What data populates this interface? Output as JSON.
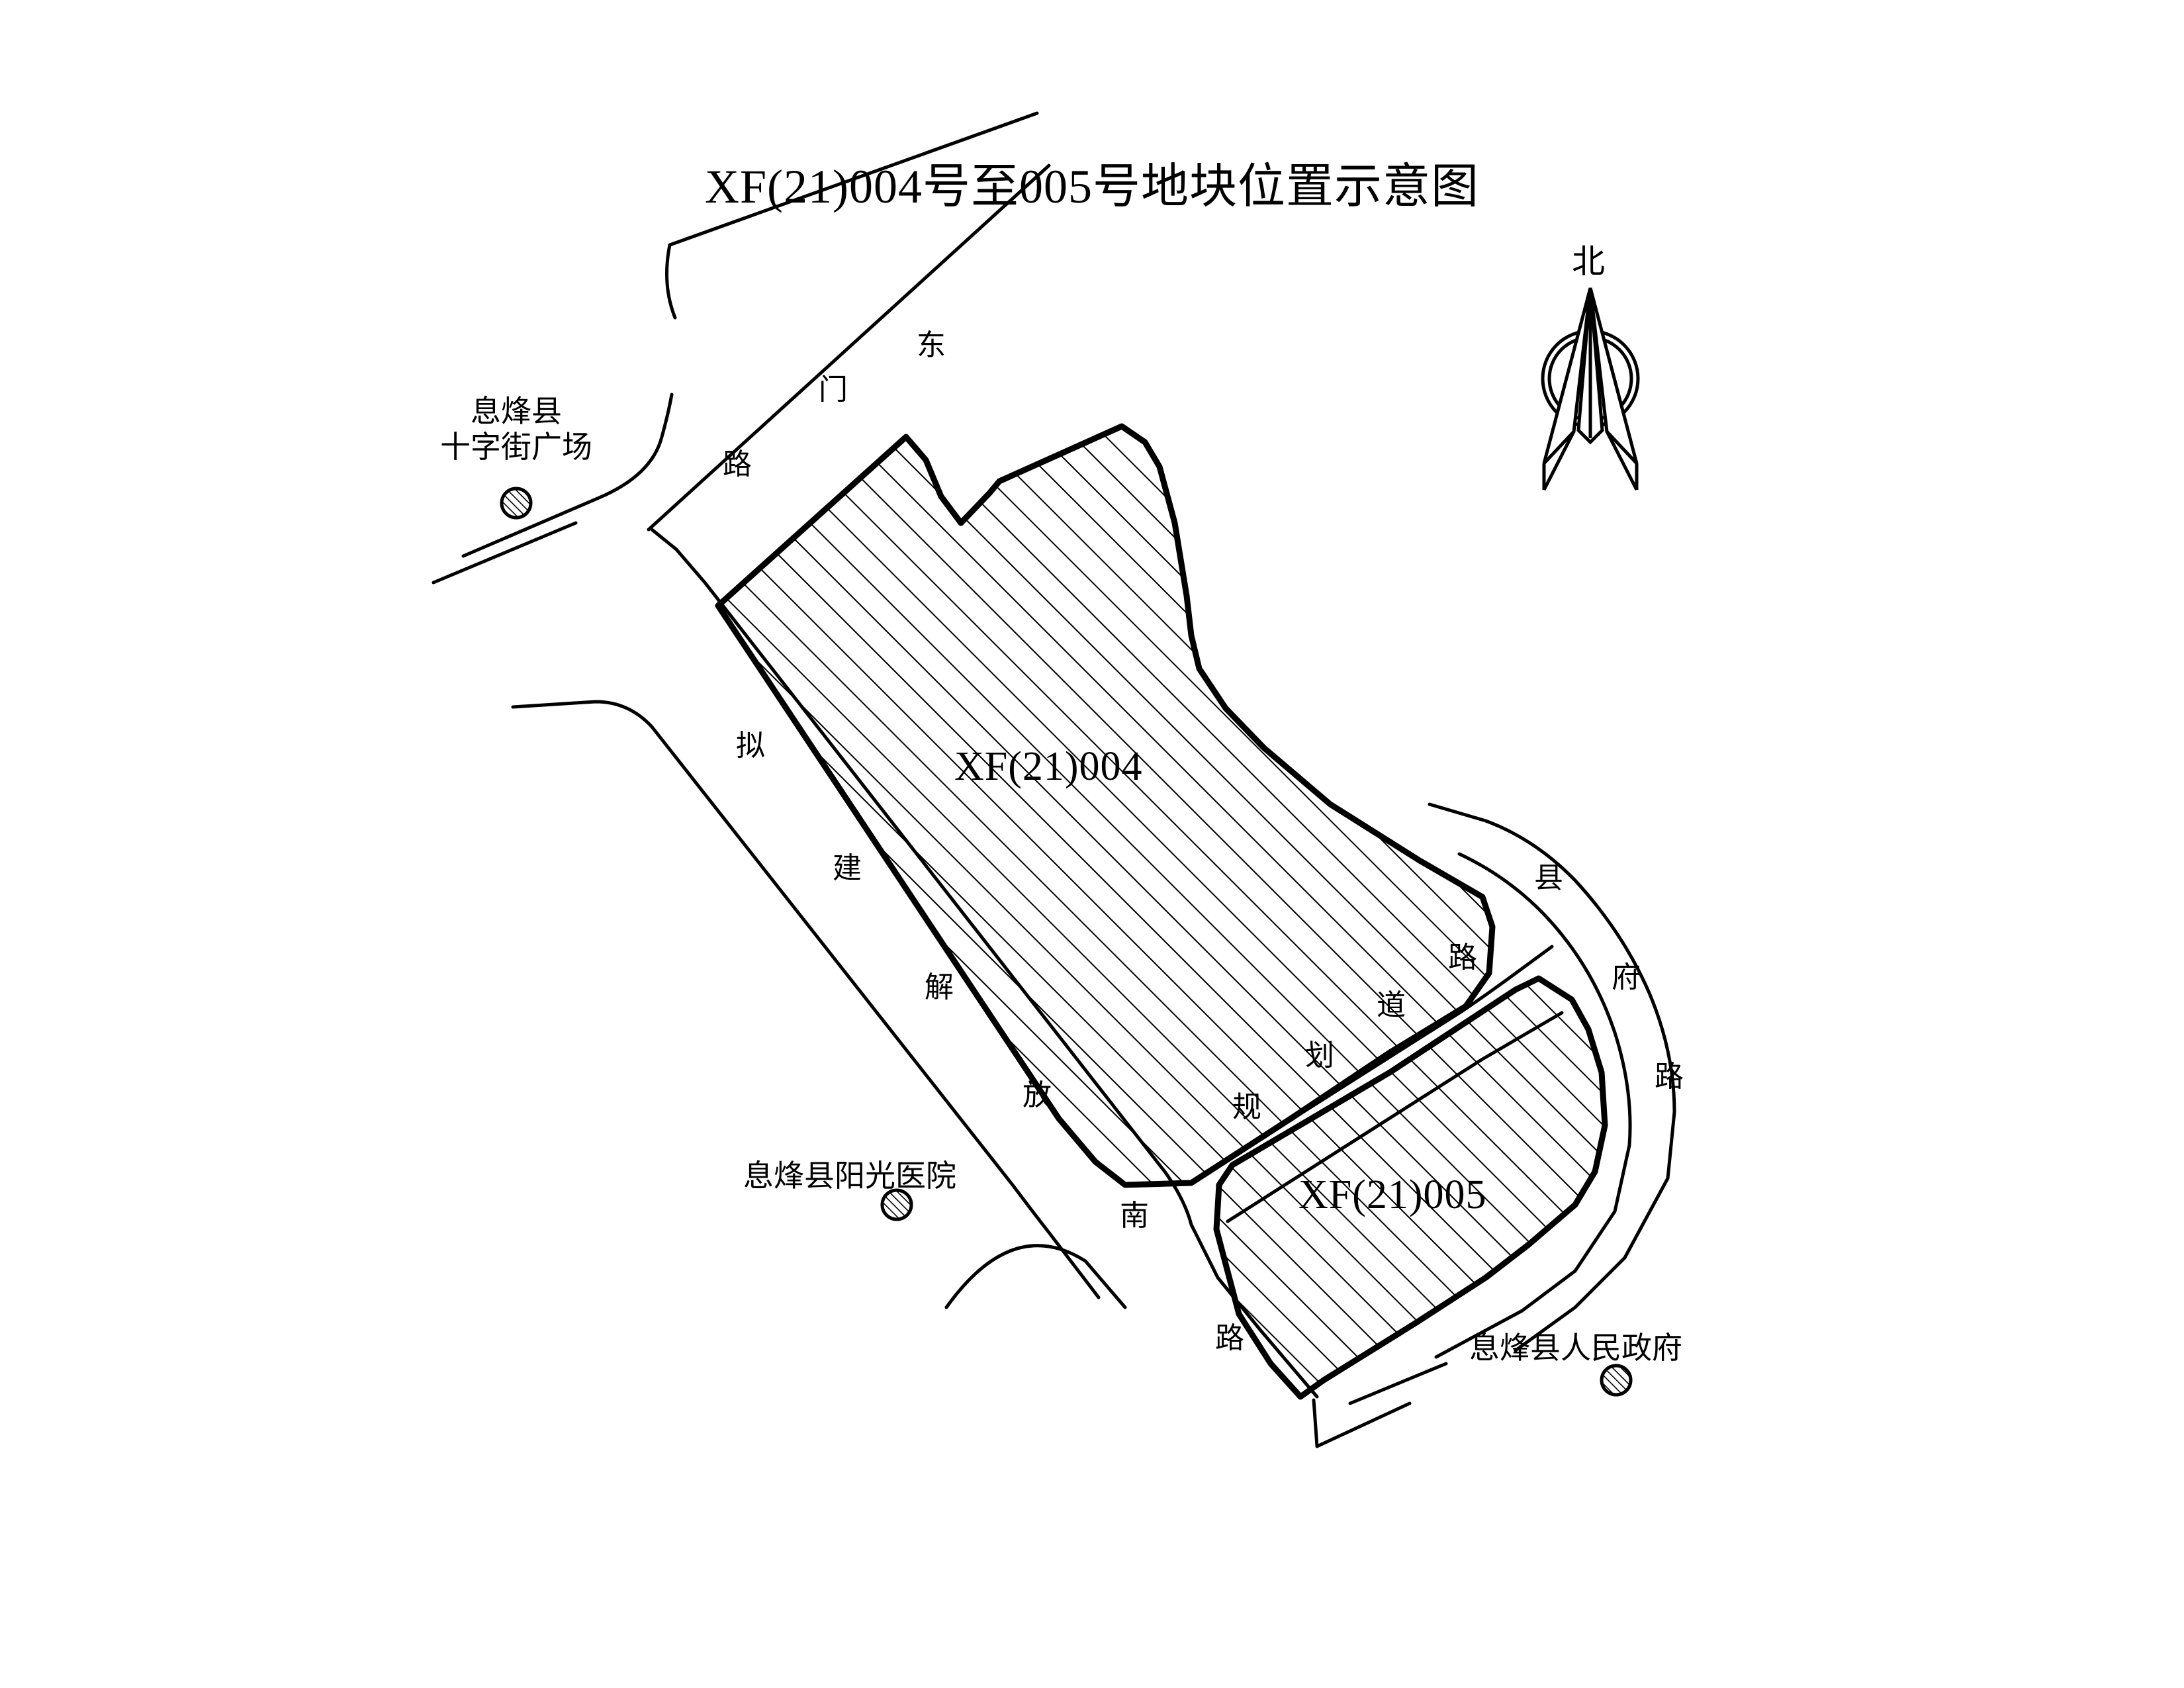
{
  "document": {
    "title": "XF(21)004号至005号地块位置示意图",
    "type": "地块位置示意图"
  },
  "compass": {
    "north_label": "北",
    "icon": "compass-north-arrow-icon"
  },
  "parcels": [
    {
      "code": "XF(21)004",
      "fill": "hatched"
    },
    {
      "code": "XF(21)005",
      "fill": "hatched"
    }
  ],
  "roads": [
    {
      "name": "东门路",
      "chars": [
        "东",
        "门",
        "路"
      ],
      "orientation": "diagonal-ne"
    },
    {
      "name": "拟建解放南路",
      "chars": [
        "拟",
        "建",
        "解",
        "放",
        "南",
        "路"
      ],
      "orientation": "diagonal-se"
    },
    {
      "name": "规划道路",
      "chars": [
        "规",
        "划",
        "道",
        "路"
      ],
      "orientation": "diagonal-ne"
    },
    {
      "name": "县府路",
      "chars": [
        "县",
        "府",
        "路"
      ],
      "orientation": "diagonal-se"
    }
  ],
  "landmarks": [
    {
      "name_line1": "息烽县",
      "name_line2": "十字街广场",
      "marker": "hatched-circle-marker"
    },
    {
      "name_line1": "息烽县阳光医院",
      "name_line2": "",
      "marker": "hatched-circle-marker"
    },
    {
      "name_line1": "息烽县人民政府",
      "name_line2": "",
      "marker": "hatched-circle-marker"
    }
  ],
  "colors": {
    "ink": "#000000",
    "paper": "#ffffff"
  }
}
